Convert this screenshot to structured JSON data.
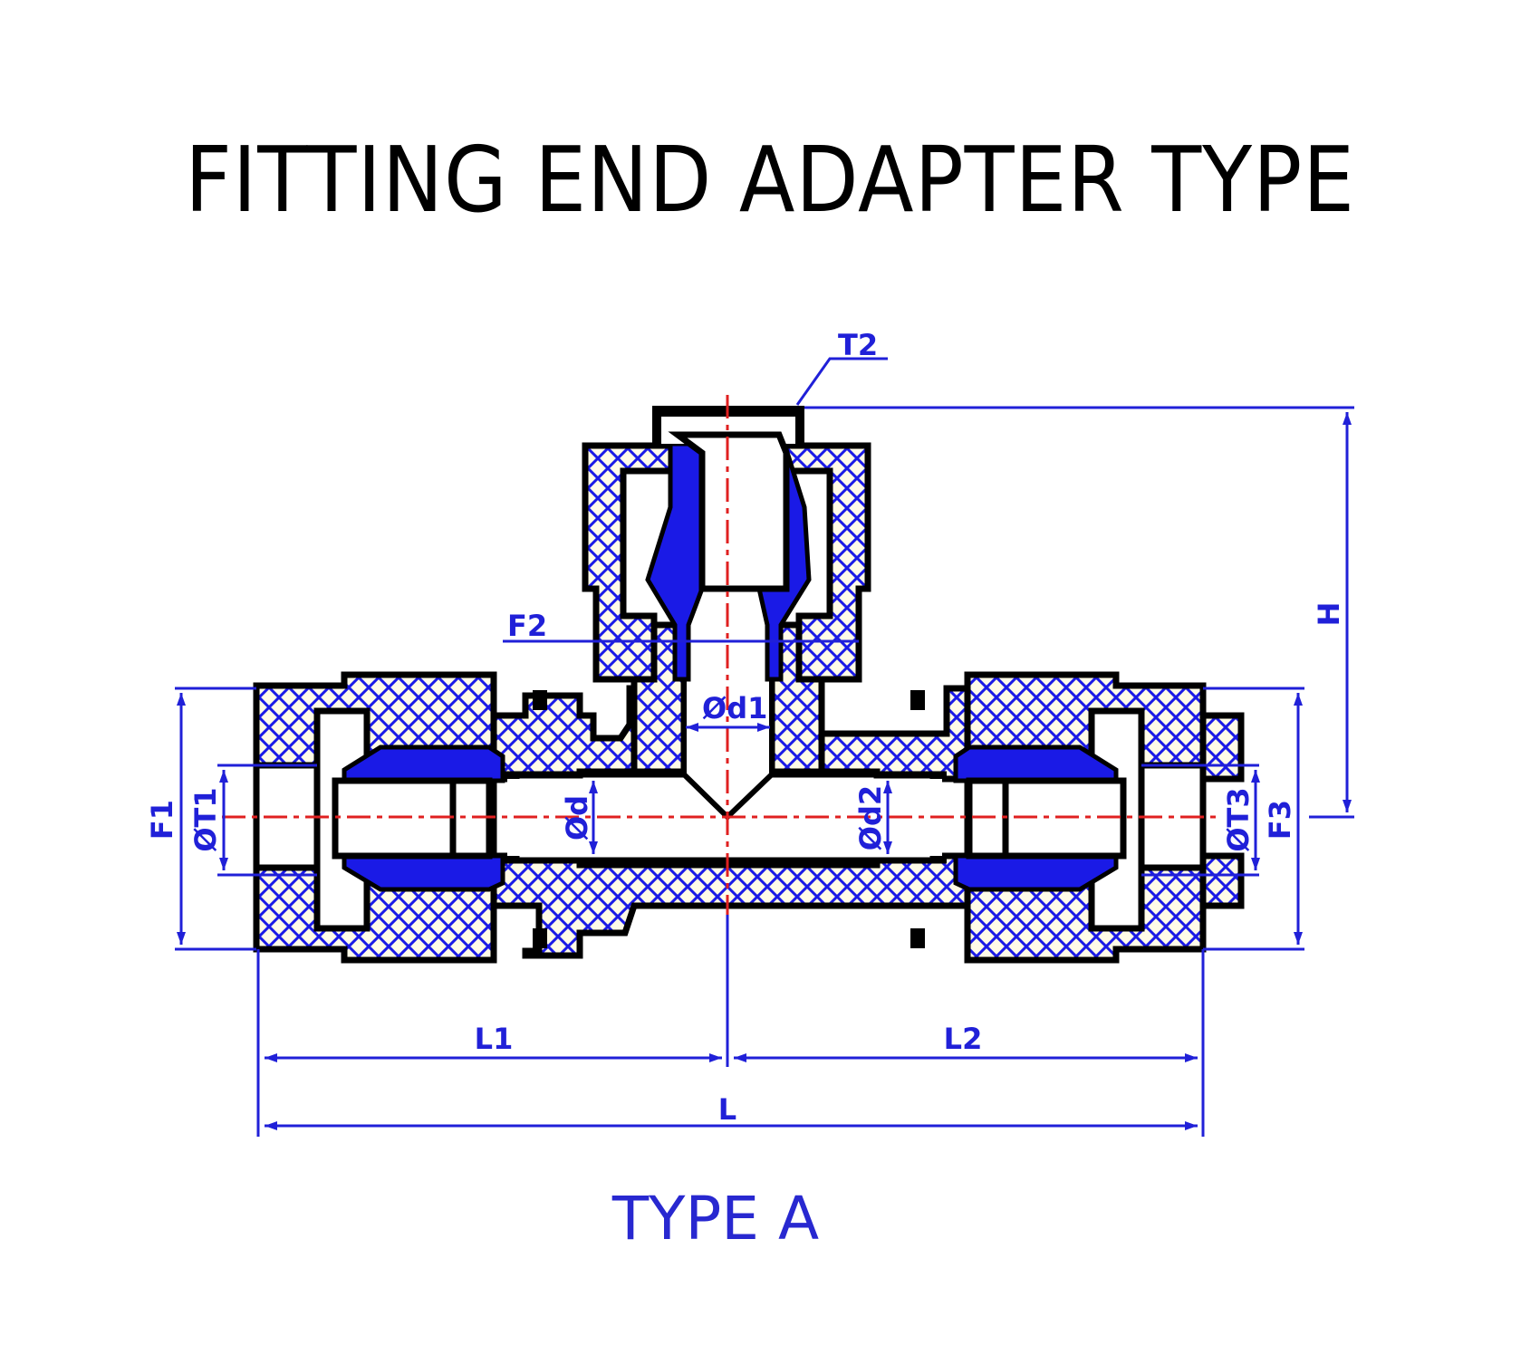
{
  "title": "FITTING END ADAPTER TYPE",
  "subtitle": "TYPE A",
  "colors": {
    "outline": "#000000",
    "hatch": "#1a1ae6",
    "dimension": "#2020d8",
    "centerline": "#e02020",
    "background": "#ffffff"
  },
  "dimensions": {
    "T2": "T2",
    "F2": "F2",
    "H": "H",
    "F1": "F1",
    "T1": "ØT1",
    "d": "Ød",
    "d1": "Ød1",
    "d2": "Ød2",
    "T3": "ØT3",
    "F3": "F3",
    "L1": "L1",
    "L2": "L2",
    "L": "L"
  }
}
